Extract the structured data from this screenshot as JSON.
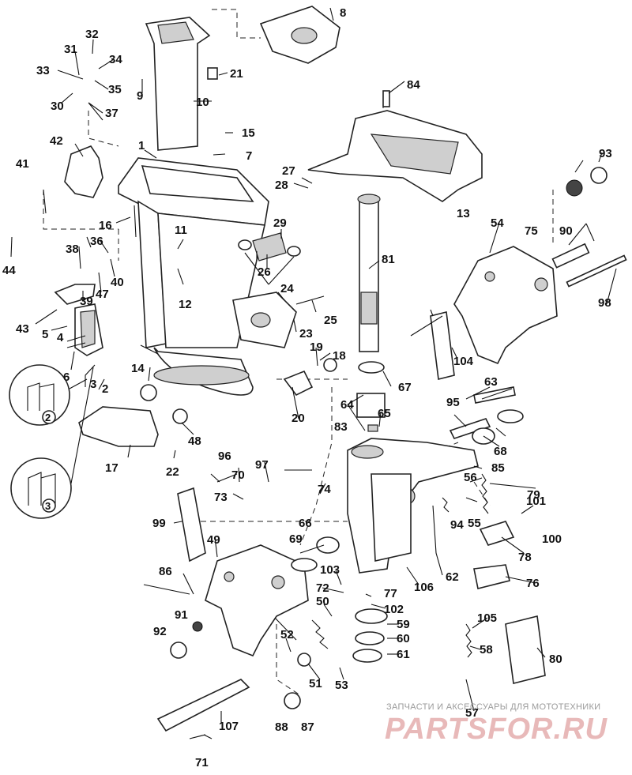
{
  "watermark": {
    "caption": "ЗАПЧАСТИ И АКСЕССУАРЫ ДЛЯ МОТОТЕХНИКИ",
    "logo_text": "PARTSFOR.RU"
  },
  "inset_callouts": [
    "2",
    "3"
  ],
  "callouts": [
    "1",
    "2",
    "3",
    "4",
    "5",
    "6",
    "7",
    "8",
    "9",
    "10",
    "11",
    "12",
    "13",
    "14",
    "15",
    "16",
    "17",
    "18",
    "19",
    "20",
    "21",
    "22",
    "23",
    "24",
    "25",
    "26",
    "27",
    "28",
    "29",
    "30",
    "31",
    "32",
    "33",
    "34",
    "35",
    "36",
    "37",
    "38",
    "39",
    "40",
    "41",
    "42",
    "43",
    "44",
    "47",
    "48",
    "49",
    "50",
    "51",
    "52",
    "53",
    "54",
    "55",
    "56",
    "57",
    "58",
    "59",
    "60",
    "61",
    "62",
    "63",
    "64",
    "65",
    "66",
    "67",
    "68",
    "69",
    "70",
    "71",
    "72",
    "73",
    "74",
    "75",
    "76",
    "77",
    "78",
    "79",
    "80",
    "81",
    "83",
    "84",
    "85",
    "86",
    "87",
    "88",
    "90",
    "91",
    "92",
    "93",
    "94",
    "95",
    "96",
    "97",
    "98",
    "99",
    "100",
    "101",
    "102",
    "103",
    "104",
    "105",
    "106",
    "107"
  ]
}
